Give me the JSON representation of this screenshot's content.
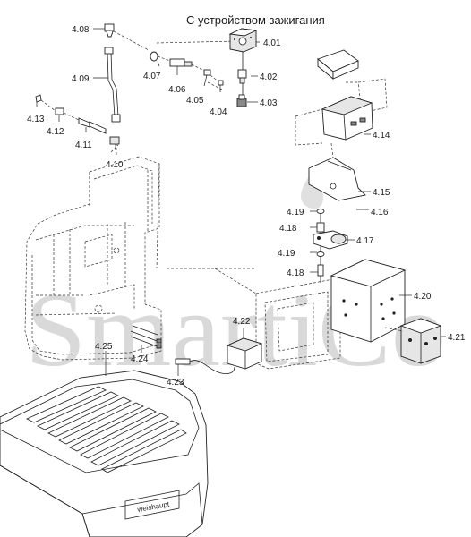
{
  "title": "С устройством зажигания",
  "watermark": "SmartiCo",
  "brand_plate": "weishaupt",
  "labels": {
    "p401": "4.01",
    "p402": "4.02",
    "p403": "4.03",
    "p404": "4.04",
    "p405": "4.05",
    "p406": "4.06",
    "p407": "4.07",
    "p408": "4.08",
    "p409": "4.09",
    "p410": "4.10",
    "p411": "4.11",
    "p412": "4.12",
    "p413": "4.13",
    "p414": "4.14",
    "p415": "4.15",
    "p416": "4.16",
    "p417": "4.17",
    "p418a": "4.18",
    "p418b": "4.18",
    "p419a": "4.19",
    "p419b": "4.19",
    "p420": "4.20",
    "p421": "4.21",
    "p422": "4.22",
    "p423": "4.23",
    "p424": "4.24",
    "p425": "4.25"
  }
}
